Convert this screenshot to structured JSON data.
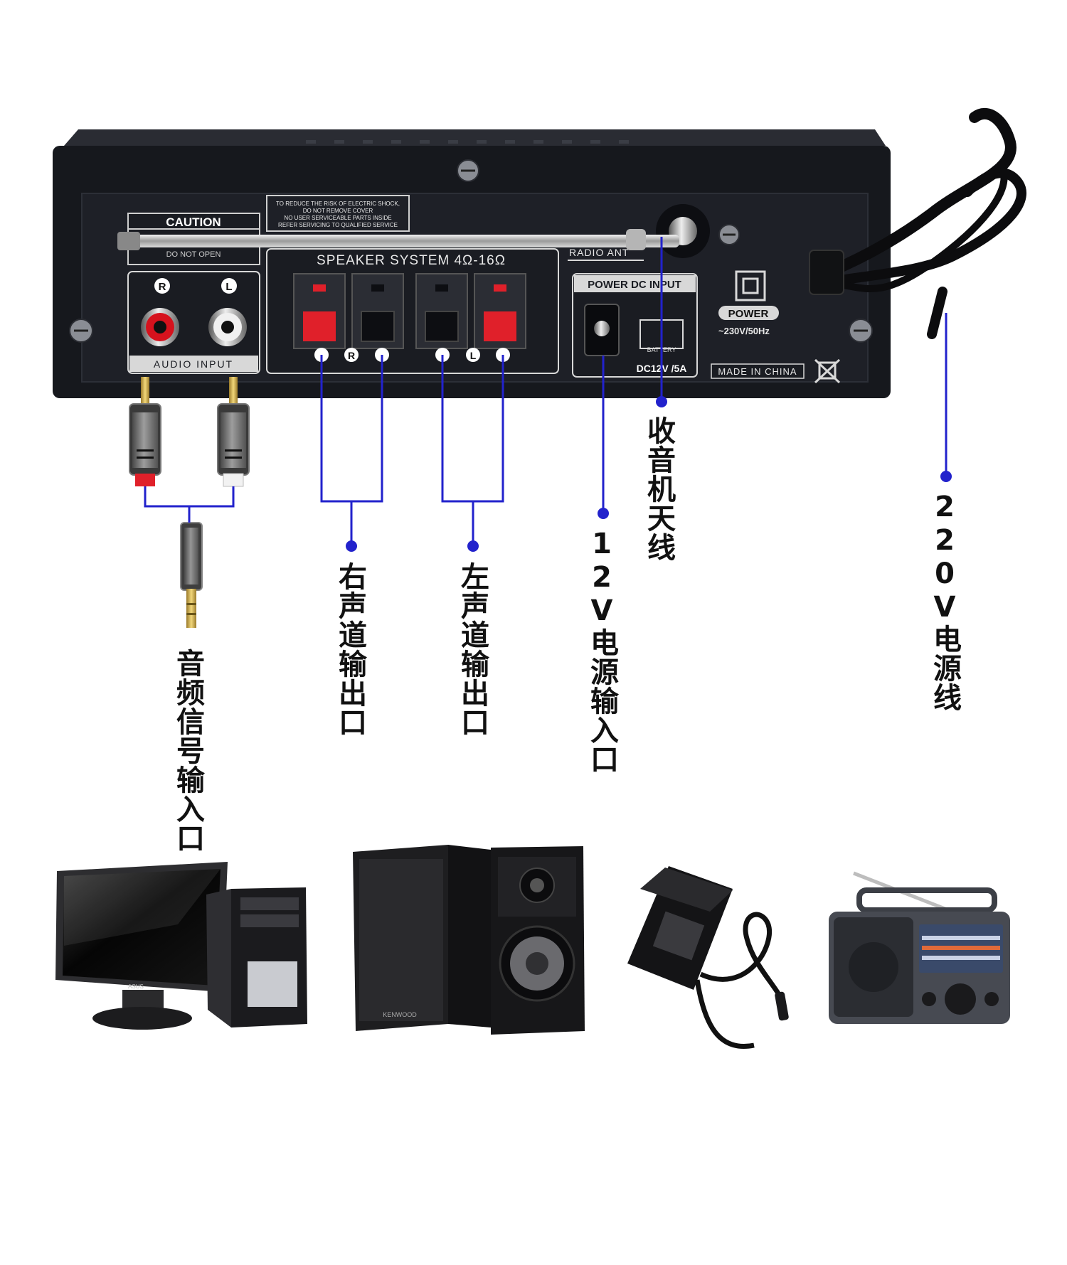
{
  "panel": {
    "caution_title": "CAUTION",
    "caution_sub": "DO NOT OPEN",
    "warning_lines": [
      "TO REDUCE THE RISK OF ELECTRIC SHOCK,",
      "DO NOT REMOVE COVER",
      "NO USER SERVICEABLE PARTS INSIDE",
      "REFER SERVICING TO QUALIFIED SERVICE"
    ],
    "rca_r": "R",
    "rca_l": "L",
    "audio_input": "AUDIO INPUT",
    "speaker_title": "SPEAKER SYSTEM 4Ω-16Ω",
    "speaker_r": "R",
    "speaker_l": "L",
    "radio_ant": "RADIO ANT",
    "dc_title": "POWER DC INPUT",
    "battery": "BATTERY",
    "dc_rating": "DC12V /5A",
    "power": "POWER",
    "power_rating": "~230V/50Hz",
    "made_in": "MADE IN CHINA"
  },
  "labels": {
    "audio_in": "音频信号输入口",
    "right_out": "右声道输出口",
    "left_out": "左声道输出口",
    "dc_in": "12V电源输入口",
    "antenna": "收音机天线",
    "ac_cord": "220V电源线"
  },
  "devices": {
    "speaker_brand": "KENWOOD",
    "monitor_brand": "ASUS"
  },
  "colors": {
    "callout": "#2222cc",
    "panel": "#16181d",
    "terminal_red": "#e0202a"
  }
}
